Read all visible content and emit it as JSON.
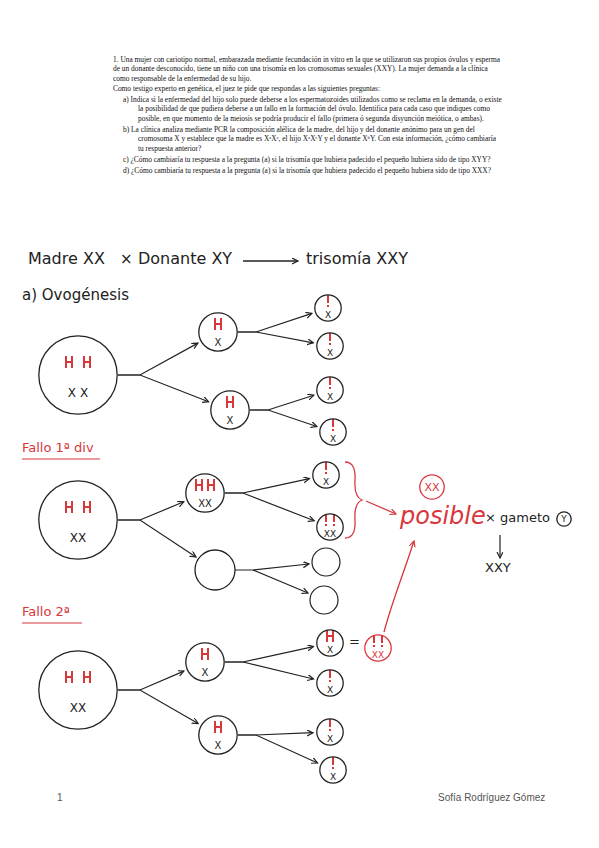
{
  "diagram": {
    "nodes": [
      {
        "text": [
          "X X"
        ]
      },
      {
        "text": [
          "X"
        ]
      },
      {
        "text": [
          "X"
        ]
      },
      {
        "text": [
          "X"
        ]
      },
      {
        "text": [
          "X"
        ]
      },
      {
        "text": [
          "X"
        ]
      },
      {
        "text": [
          "X"
        ]
      },
      {
        "text": [
          "XX"
        ]
      },
      {
        "text": [
          "XX"
        ]
      },
      {
        "text": [
          "X"
        ]
      },
      {
        "text": [
          "XX"
        ]
      },
      {
        "text": [
          "XX"
        ]
      },
      {
        "text": [
          "Y"
        ]
      },
      {
        "text": [
          "XX"
        ]
      },
      {
        "text": [
          "X"
        ]
      },
      {
        "text": [
          "X"
        ]
      },
      {
        "text": [
          "X"
        ]
      },
      {
        "text": [
          "XX"
        ]
      },
      {
        "text": [
          "X"
        ]
      },
      {
        "text": [
          "X"
        ]
      },
      {
        "text": [
          "X"
        ]
      }
    ],
    "edges": [
      {
        "from": 0,
        "to": 1,
        "arrow": "to"
      },
      {
        "from": 0,
        "to": 2,
        "arrow": "to"
      },
      {
        "from": 1,
        "to": 3,
        "arrow": "to"
      },
      {
        "from": 1,
        "to": 4,
        "arrow": "to"
      },
      {
        "from": 2,
        "to": 5,
        "arrow": "to"
      },
      {
        "from": 2,
        "to": 6,
        "arrow": "to"
      },
      {
        "from": 7,
        "to": 8,
        "arrow": "to"
      },
      {
        "from": 8,
        "to": 9,
        "arrow": "to"
      },
      {
        "from": 8,
        "to": 10,
        "arrow": "to"
      },
      {
        "from": 13,
        "to": 14,
        "arrow": "to"
      },
      {
        "from": 13,
        "to": 15,
        "arrow": "to"
      },
      {
        "from": 14,
        "to": 16,
        "arrow": "to"
      },
      {
        "from": 14,
        "to": 18,
        "arrow": "to"
      },
      {
        "from": 15,
        "to": 19,
        "arrow": "to"
      },
      {
        "from": 15,
        "to": 20,
        "arrow": "to"
      }
    ],
    "labels": [
      "1. Una mujer con cariotipo normal, embarazada mediante fecundación in vitro en la que se utilizaron sus propios óvulos y esperma de un donante desconocido, tiene un niño con una trisomía en los cromosomas sexuales (XXY). La mujer demanda a la clínica como responsable de la enfermedad de su hijo.",
      "Como testigo experto en genética, el juez te pide que respondas a las siguientes preguntas:",
      "a) Indica si la enfermedad del hijo solo puede deberse a los espermatozoides utilizados como se reclama en la demanda, o existe la posibilidad de que pudiera deberse a un fallo en la formación del óvulo. Identifica para cada caso que indiques como posible, en que momento de la meiosis se podría producir el fallo (primera ó segunda disyunción meiótica, o ambas).",
      "b) La clínica analiza mediante PCR la composición alélica de la madre, del hijo y del donante anónimo para un gen del cromosoma X y establece que la madre es XᵃXᶜ, el hijo XᵃXᶜY y el donante XᵇY. Con esta información, ¿cómo cambiaría tu respuesta anterior?",
      "c) ¿Cómo cambiaría tu respuesta a la pregunta (a) si la trisomía que hubiera padecido el pequeño hubiera sido de tipo XYY?",
      "d) ¿Cómo cambiaría tu respuesta a la pregunta (a) si la trisomía que hubiera padecido el pequeño hubiera sido de tipo XXX?",
      "Madre XX",
      "×",
      "Donante XY",
      "trisomía XXY",
      "a) Ovogénesis",
      "Fallo 1ª div",
      "posible",
      "× gameto",
      "XXY",
      "Fallo 2ª",
      "=",
      "1",
      "Sofía Rodríguez Gómez"
    ]
  }
}
